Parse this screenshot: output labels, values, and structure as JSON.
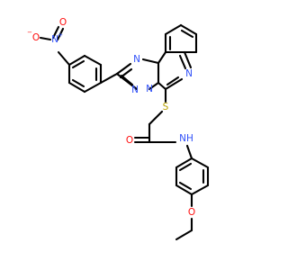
{
  "colors": {
    "carbon_bond": "#000000",
    "nitrogen": "#3050F8",
    "oxygen": "#FF0D0D",
    "sulfur": "#B8A100",
    "background": "#FFFFFF"
  },
  "atoms": {
    "nitro_o_minus": {
      "text": "O",
      "charge": "−"
    },
    "nitro_n_plus": {
      "text": "N",
      "charge": "+"
    },
    "nitro_o_double": {
      "text": "O"
    },
    "triazole_n1": {
      "text": "N"
    },
    "triazole_n2": {
      "text": "N"
    },
    "triazole_n3": {
      "text": "N"
    },
    "quinazoline_n": {
      "text": "N"
    },
    "thioether_s": {
      "text": "S"
    },
    "carbonyl_o": {
      "text": "O"
    },
    "amide_nh": {
      "text": "N",
      "h": "H"
    },
    "ether_o": {
      "text": "O"
    }
  }
}
